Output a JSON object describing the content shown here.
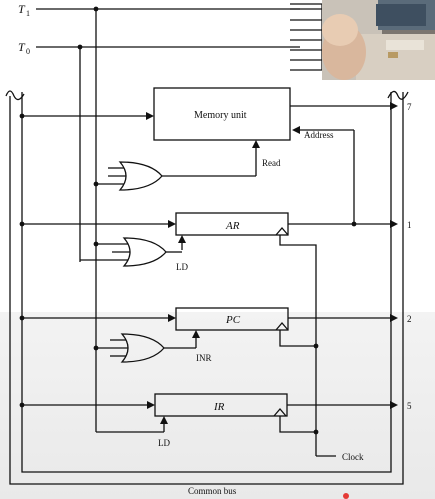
{
  "labels": {
    "t1": "T",
    "t1_sub": "1",
    "t0": "T",
    "t0_sub": "0",
    "memory_unit": "Memory unit",
    "address": "Address",
    "read": "Read",
    "ar": "AR",
    "pc": "PC",
    "ir": "IR",
    "ld_ar": "LD",
    "inr": "INR",
    "ld_ir": "LD",
    "clock": "Clock",
    "common_bus": "Common bus",
    "bus_7": "7",
    "bus_1": "1",
    "bus_2": "2",
    "bus_5": "5"
  },
  "colors": {
    "line": "#111111",
    "background": "#ffffff",
    "shade": "#ececec"
  },
  "webcam": {
    "description_icon": "webcam-overlay"
  }
}
